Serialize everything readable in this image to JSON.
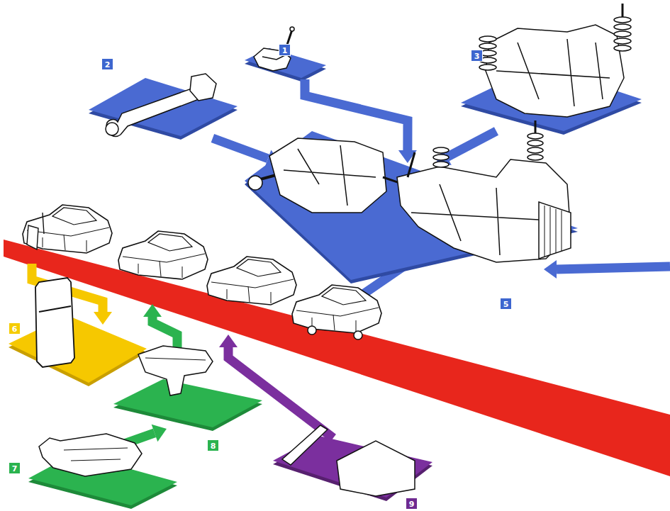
{
  "diagram": {
    "nodes": [
      {
        "text": [
          "1"
        ]
      },
      {
        "text": [
          "2"
        ]
      },
      {
        "text": [
          "3"
        ]
      },
      {
        "text": [
          "5"
        ]
      },
      {
        "text": [
          "6"
        ]
      },
      {
        "text": [
          "7"
        ]
      },
      {
        "text": [
          "8"
        ]
      },
      {
        "text": [
          "9"
        ]
      }
    ],
    "edges": [
      {
        "from": 0,
        "to": 3,
        "arrow": "to"
      },
      {
        "from": 1,
        "to": 3,
        "arrow": "to"
      },
      {
        "from": 2,
        "to": 3,
        "arrow": "to"
      },
      {
        "from": 5,
        "to": 6,
        "arrow": "to"
      }
    ]
  }
}
